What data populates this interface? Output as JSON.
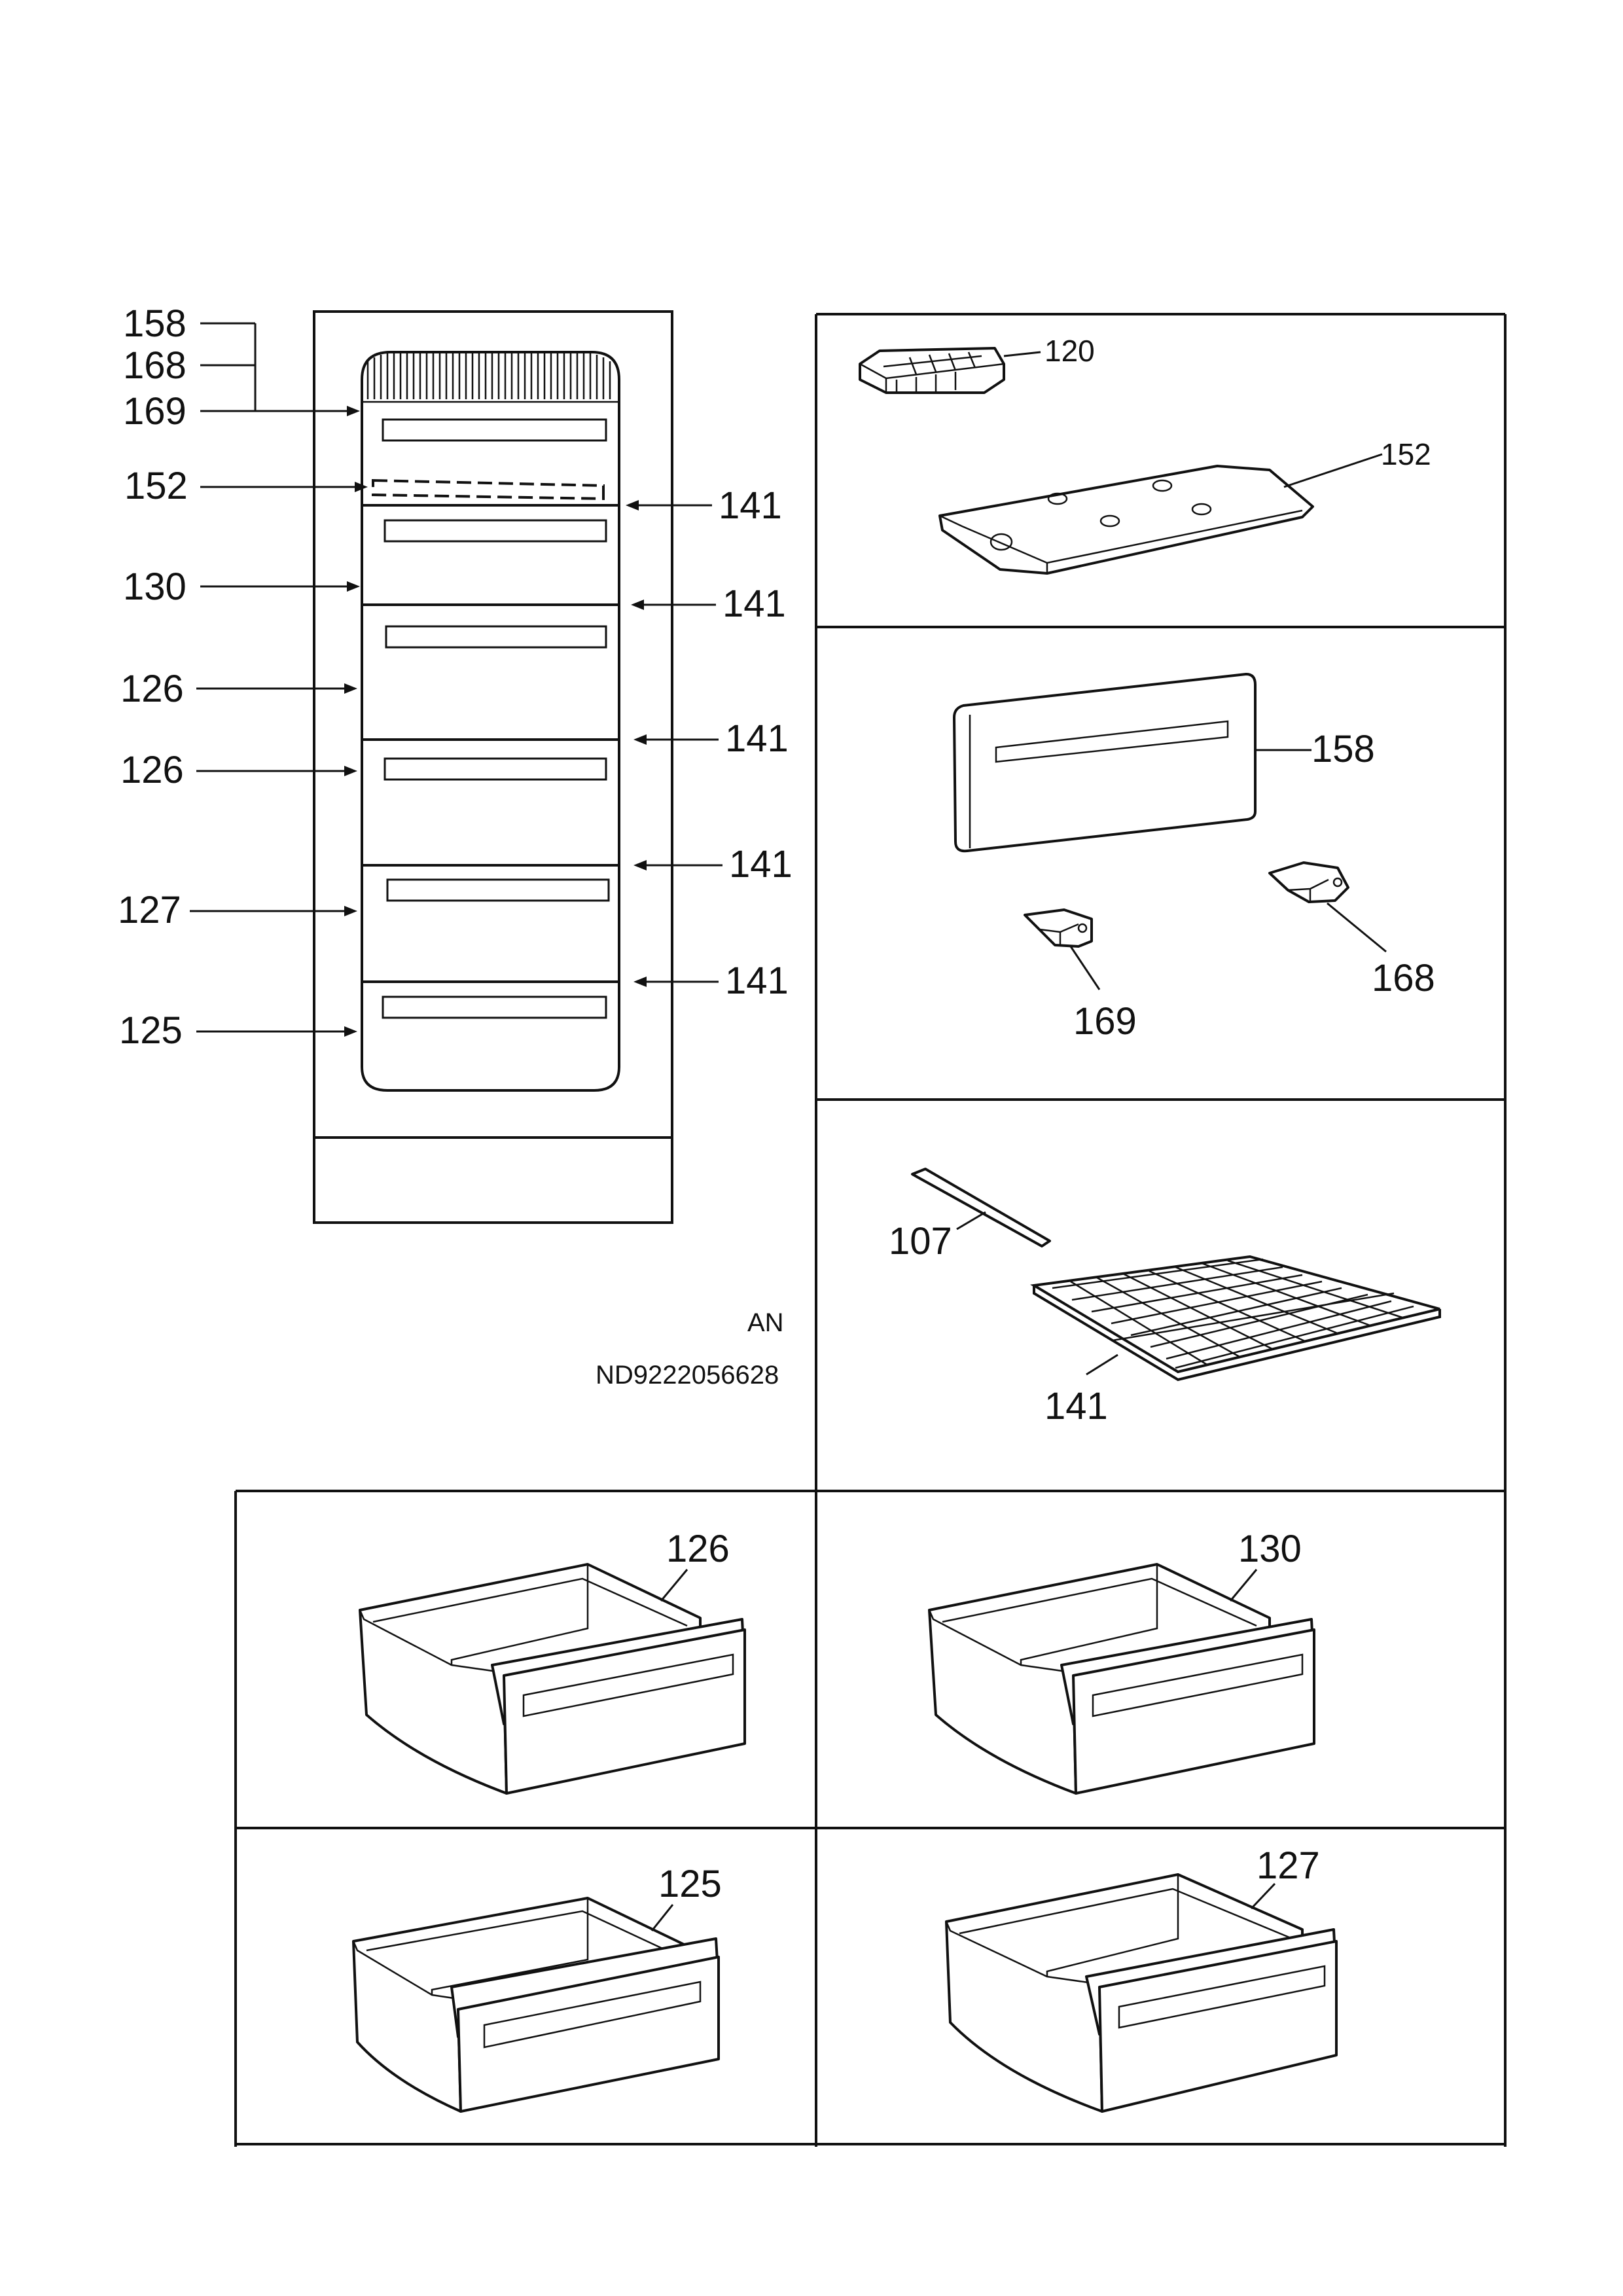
{
  "diagram": {
    "overview_labels_left": [
      "158",
      "168",
      "169",
      "152",
      "130",
      "126",
      "126",
      "127",
      "125"
    ],
    "overview_labels_right": [
      "141",
      "141",
      "141",
      "141",
      "141"
    ],
    "panel_ice": {
      "tray_label": "120",
      "plate_label": "152"
    },
    "panel_flap": {
      "flap_label": "158",
      "hinge_left_label": "169",
      "hinge_right_label": "168"
    },
    "panel_shelf": {
      "strip_label": "107",
      "shelf_label": "141"
    },
    "drawers": [
      {
        "label": "126"
      },
      {
        "label": "130"
      },
      {
        "label": "125"
      },
      {
        "label": "127"
      }
    ],
    "footer": {
      "code_an": "AN",
      "doc_number": "ND9222056628"
    }
  }
}
